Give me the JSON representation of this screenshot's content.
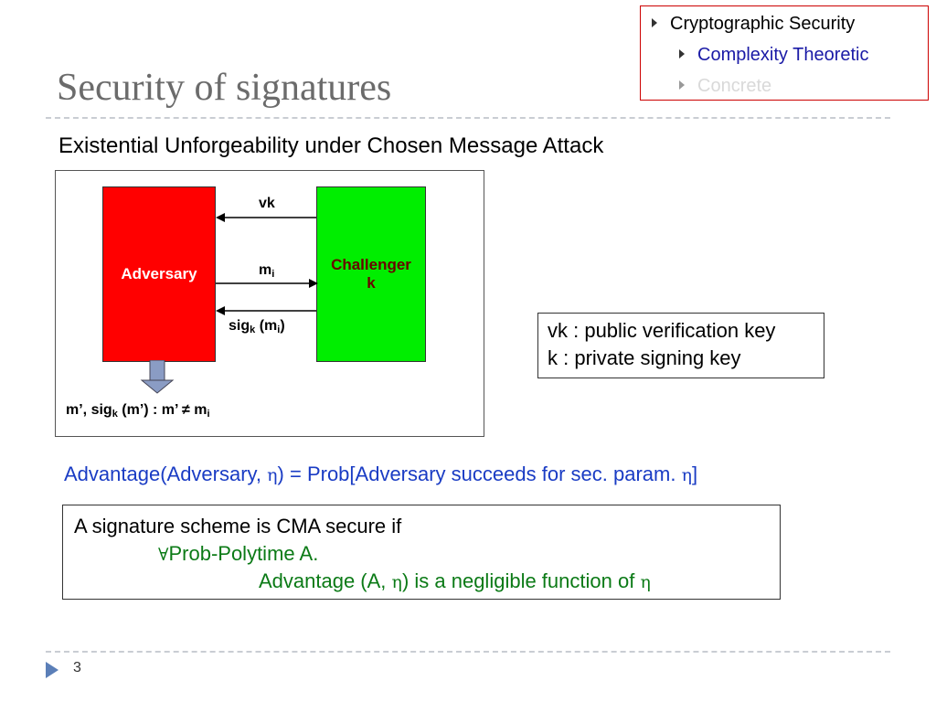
{
  "outline": {
    "items": [
      {
        "label": "Cryptographic Security"
      },
      {
        "label": "Complexity Theoretic"
      },
      {
        "label": "Concrete"
      }
    ],
    "colors": {
      "active": "#1a1aa6",
      "inactive": "#d9d9d9",
      "border": "#cc0000"
    }
  },
  "title": "Security of signatures",
  "subtitle": "Existential Unforgeability under Chosen Message Attack",
  "diagram": {
    "adversary": "Adversary",
    "challenger_line1": "Challenger",
    "challenger_line2": "k",
    "vk_label": "vk",
    "m_label": "m",
    "m_sub": "i",
    "sig_label": "sig",
    "sig_sub": "k",
    "sig_arg_open": " (m",
    "sig_arg_sub": "i",
    "sig_arg_close": ")",
    "output_part1": "m’, sig",
    "output_sub1": "k",
    "output_part2": " (m’) : m’ ≠ m",
    "output_sub2": "i",
    "colors": {
      "adversary": "#ff0000",
      "challenger": "#00ee00"
    }
  },
  "keys": {
    "vk": "vk : public verification key",
    "k": "k :   private signing key"
  },
  "advantage": {
    "before": "Advantage(Adversary, ",
    "eta1": "η",
    "middle": ") = Prob[Adversary succeeds for sec. param. ",
    "eta2": "η",
    "after": "]"
  },
  "definition": {
    "line1": "A signature scheme is CMA secure if",
    "line2_symbol": "∀",
    "line2": "Prob-Polytime A.",
    "line3_before": "Advantage (A, ",
    "line3_eta": "η",
    "line3_middle": ") is a negligible function of ",
    "line3_eta2": "η"
  },
  "footer": {
    "page_number": "3"
  }
}
